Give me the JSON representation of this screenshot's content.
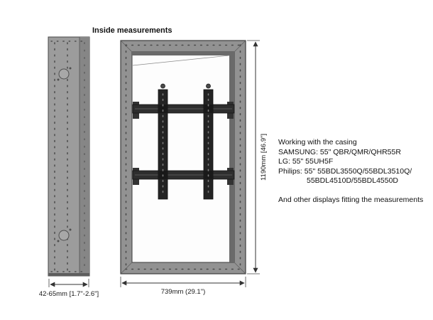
{
  "diagram": {
    "title": "Inside measurements",
    "dimensions": {
      "height": "1190mm [46.9\"]",
      "width": "739mm (29.1\")",
      "depth": "42-65mm [1.7\"-2.6\"]"
    },
    "compatibility": {
      "heading": "Working with the casing",
      "lines": [
        "SAMSUNG: 55\" QBR/QMR/QHR55R",
        "LG: 55\" 55UH5F",
        "Philips: 55\" 55BDL3550Q/55BDL3510Q/",
        "55BDL4510D/55BDL4550D"
      ],
      "footer": "And other displays fitting the measurements"
    },
    "colors": {
      "casing_gray": "#929292",
      "bracket_dark": "#2b2b2b",
      "dimension_line": "#333333",
      "text": "#1a1a1a"
    }
  }
}
